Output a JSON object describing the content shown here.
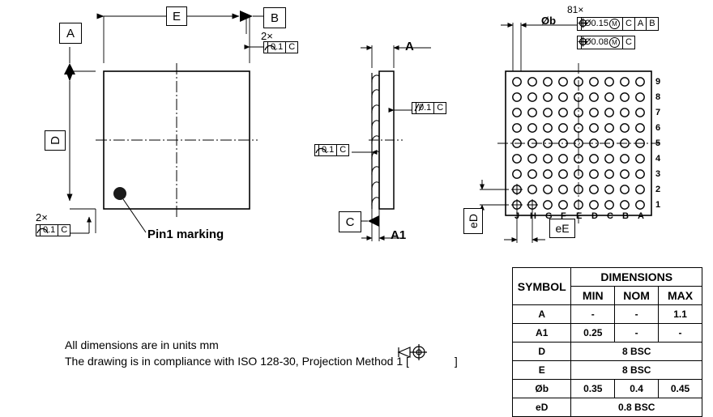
{
  "drawing": {
    "title": "BGA package outline drawing",
    "notes": [
      "All dimensions are in units mm",
      "The drawing is in compliance with ISO 128-30, Projection Method 1 ["
    ],
    "notes_tail": "]"
  },
  "top_view": {
    "dim_width_label": "E",
    "dim_height_label": "D",
    "datum_a": "A",
    "datum_b": "B",
    "pin1_label": "Pin1 marking",
    "flatness_top": {
      "multiplier": "2×",
      "symbol": "profile-of-surface",
      "tolerance": "0.1",
      "datum": "C"
    },
    "flatness_bottom": {
      "multiplier": "2×",
      "symbol": "profile-of-surface",
      "tolerance": "0.1",
      "datum": "C"
    }
  },
  "side_view": {
    "dim_height_label": "A",
    "dim_standoff_label": "A1",
    "datum_c": "C",
    "parallelism": {
      "symbol": "parallelism",
      "tolerance": "0.1",
      "datum": "C"
    },
    "profile": {
      "symbol": "profile-of-surface",
      "tolerance": "0.1",
      "datum": "C"
    }
  },
  "bottom_view": {
    "ball_count": "81×",
    "ball_dia_label": "Øb",
    "pitch_d_label": "eD",
    "pitch_e_label": "eE",
    "row_labels": [
      "9",
      "8",
      "7",
      "6",
      "5",
      "4",
      "3",
      "2",
      "1"
    ],
    "col_labels": [
      "J",
      "H",
      "G",
      "F",
      "E",
      "D",
      "C",
      "B",
      "A"
    ],
    "position_frame_1": {
      "symbol": "position",
      "tolerance": "Ø0.15",
      "modifier": "M",
      "datums": [
        "C",
        "A",
        "B"
      ]
    },
    "position_frame_2": {
      "symbol": "position",
      "tolerance": "Ø0.08",
      "modifier": "M",
      "datums": [
        "C"
      ]
    },
    "grid": {
      "rows": 9,
      "cols": 9
    }
  },
  "dimensions_table": {
    "header_symbol": "SYMBOL",
    "header_group": "DIMENSIONS",
    "headers": [
      "MIN",
      "NOM",
      "MAX"
    ],
    "rows": [
      {
        "symbol": "A",
        "min": "-",
        "nom": "-",
        "max": "1.1",
        "span": false
      },
      {
        "symbol": "A1",
        "min": "0.25",
        "nom": "-",
        "max": "-",
        "span": false
      },
      {
        "symbol": "D",
        "value": "8 BSC",
        "span": true
      },
      {
        "symbol": "E",
        "value": "8 BSC",
        "span": true
      },
      {
        "symbol": "Øb",
        "min": "0.35",
        "nom": "0.4",
        "max": "0.45",
        "span": false
      },
      {
        "symbol": "eD",
        "value": "0.8 BSC",
        "span": true
      }
    ]
  },
  "colors": {
    "line": "#000000",
    "background": "#ffffff",
    "pin1": "#1a1a1a"
  }
}
